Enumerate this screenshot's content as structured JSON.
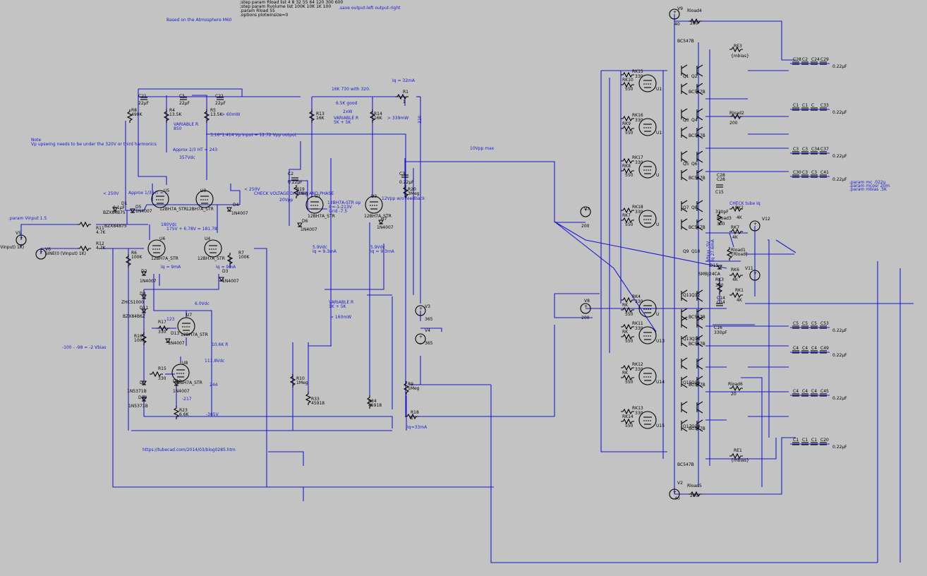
{
  "colors": {
    "background": "#c3c3c3",
    "wire": "#1a1acc",
    "component": "#000000"
  },
  "directives": [
    ";step param Rload list  4  8  32  55  64  120  300  600",
    ";step param Rvolume list 100K 10K 1K 100",
    ".param Rload 55",
    ".options plotwinsize=0"
  ],
  "notes": {
    "save": ".save output-left output-right",
    "based_on": "Based on the Atmosphere M60",
    "note_title": "Note",
    "note_body": "Vp upswing needs to be under the 320V or third harmonics",
    "param_vinput": ".param Vinput 1.5",
    "params_right": [
      ".param mc .022u",
      ".param mcosr 20m",
      ".param mbias .5K"
    ],
    "hint_16k": "16K 730 with 320.",
    "hint_65k": "6.5K good",
    "hint_2xw": "2xW",
    "variable_r_5k": "VARIABLE R\n5K + 5K",
    "iq_32": "Iq = 32mA",
    "one_third": "Approx 1/3 HT = ...",
    "two_thirds": "Approx 2/3 HT = 243",
    "vdc_357": "357Vdc",
    "vdc_180": "180Vdc",
    "sum_line": "175V + 6.78V = 181.78",
    "lt250": "< 250V",
    "check_div": "< 250V\nCHECK VOLTAGE DIVIDER AND PHASE",
    "vp20": "20Vpp",
    "vp12": "12Vpp w/o feedback",
    "vp10": "10Vpp max",
    "vpp_calc": "3.16*1.414 Vp input = 12.72 Vpp output",
    "mw60": "> 60mW",
    "mw339": "> 339mW",
    "mw160": "> 160mW",
    "vdc_6": "6.0Vdc",
    "vdc_111": "111.8Vdc",
    "r_10_6k": "10.6K R",
    "n244": "244",
    "n217": "-217",
    "n365": "-365V",
    "vbias": "-100 - -98 = -2 Vbias",
    "url": "https://tubecad.com/2014/03/blog0285.htm",
    "check_tube": "CHECK tube Iq",
    "vbias_cap": "Vbias -5V\nIq 27.6mA",
    "gnd_note": "123",
    "variable_r_1k": "VARIABLE R\n1K + 5K"
  },
  "components": {
    "R8": [
      "R8",
      "499K"
    ],
    "R4": [
      "R4",
      "13.5K"
    ],
    "R5": [
      "R5",
      "13.5K"
    ],
    "R13": [
      "R13",
      "16K"
    ],
    "R14": [
      "R14",
      "16K"
    ],
    "C21": [
      "C21",
      "22µF"
    ],
    "C5": [
      "C5",
      "22µF"
    ],
    "C22": [
      "C22",
      "22µF"
    ],
    "C2": [
      "C2",
      "0.22µF"
    ],
    "C3": [
      "C3",
      "0.22µF"
    ],
    "R19": [
      "R19",
      "3Meg"
    ],
    "R20": [
      "R20",
      "3Meg"
    ],
    "R1": [
      "R1",
      "1"
    ],
    "R11": [
      "R11",
      "4.7K"
    ],
    "R12": [
      "R12",
      "4.7K"
    ],
    "R6": [
      "R6",
      "100K"
    ],
    "R7": [
      "R7",
      "100K"
    ],
    "R16": [
      "R16",
      "100K"
    ],
    "R17": [
      "R17",
      "330"
    ],
    "R15": [
      "R15",
      "330"
    ],
    "R23": [
      "R23",
      "6.6K"
    ],
    "R10": [
      "R10",
      "1Meg"
    ],
    "R9": [
      "R9",
      "1Meg"
    ],
    "R33": [
      "R33",
      "45918"
    ],
    "R34": [
      "R34",
      "45918"
    ],
    "R18": [
      "R18",
      "1"
    ],
    "U5": [
      "U5",
      "12BH7A_STR"
    ],
    "U3": [
      "U3",
      "12BH7A_STR"
    ],
    "U6": [
      "U6",
      "12BH7A_STR"
    ],
    "U4": [
      "U4",
      "12BH7A_STR"
    ],
    "U7": [
      "U7",
      "12BH7A_STR"
    ],
    "U8": [
      "U8",
      "12BH7A_STR"
    ],
    "U1": [
      "U1",
      "12BH7A_STR"
    ],
    "U2": [
      "U2",
      "12BH7A_STR"
    ],
    "D1": [
      "D1",
      "0.1µF"
    ],
    "D5": [
      "D5",
      "1N4007"
    ],
    "D4": [
      "D4",
      "1N4007"
    ],
    "D6": [
      "D6",
      "1N4007"
    ],
    "D7": [
      "D7",
      "1N4007"
    ],
    "D2": [
      "D2",
      "1N4007"
    ],
    "D3": [
      "D3",
      "1N4007"
    ],
    "D8": [
      "D8",
      "ZHCS1000"
    ],
    "D11": [
      "D11",
      "BZX84B6Z"
    ],
    "D13": [
      "D13",
      "1N4007"
    ],
    "D12": [
      "D12",
      "1N4007"
    ],
    "D9": [
      "D9",
      "1N5371B"
    ],
    "D10": [
      "D10",
      "1N5371B"
    ],
    "V5": [
      "V5",
      "(Vinput) 1K)"
    ],
    "V6": [
      "V6",
      "SINE(0 (Vinput) 1K)"
    ],
    "V3": [
      "V3",
      "365"
    ],
    "V4": [
      "V4",
      "365"
    ],
    "V7": [
      "V7",
      "200"
    ],
    "V8": [
      "V8",
      "200"
    ],
    "V9": [
      "V9",
      "40"
    ],
    "V2": [
      "V2",
      "40"
    ],
    "V12": [
      "V12",
      ""
    ],
    "V11": [
      "V11",
      ""
    ],
    "Rload4": [
      "Rload4",
      "200"
    ],
    "Rload2": [
      "Rload2",
      "200"
    ],
    "Rload5": [
      "Rload5",
      "200"
    ],
    "Rload6": [
      "Rload6",
      "20"
    ],
    "Rload3": [
      "Rload3",
      "300"
    ],
    "Rload1": [
      "Rload1",
      "{Rload}"
    ],
    "RE3": [
      "RE3",
      "{mbias}"
    ],
    "RE1": [
      "RE1",
      "{mbias}"
    ],
    "RK2": [
      "RK2",
      "4K"
    ],
    "RK7": [
      "RK7",
      "4K"
    ],
    "RK6": [
      "RK6",
      "4K"
    ],
    "RK1": [
      "RK1",
      "4K"
    ],
    "RK3": [
      "RK3",
      "300"
    ],
    "D15": [
      "D15",
      "SMBJ24CA"
    ],
    "C28": [
      "C28",
      "C28"
    ],
    "C14": [
      "C14",
      "C14"
    ],
    "C15": [
      "C15",
      "330pF"
    ],
    "C16": [
      "C16",
      "330pF"
    ]
  },
  "tube_stages": [
    {
      "rk": "RK15",
      "rv": "330",
      "rl": "RK10",
      "rlv": "550",
      "u": "U1"
    },
    {
      "rk": "RK16",
      "rv": "330",
      "rl": "RK9",
      "rlv": "550",
      "u": "U1"
    },
    {
      "rk": "RK17",
      "rv": "330",
      "rl": "RK8",
      "rlv": "550",
      "u": "U"
    },
    {
      "rk": "RK18",
      "rv": "330",
      "rl": "RK7",
      "rlv": "550",
      "u": "U"
    },
    {
      "rk": "RK4",
      "rv": "330",
      "rl": "RK",
      "rlv": "550",
      "u": "U"
    },
    {
      "rk": "RK11",
      "rv": "330",
      "rl": "RK",
      "rlv": "550",
      "u": "U13"
    },
    {
      "rk": "RK12",
      "rv": "330",
      "rl": "RK",
      "rlv": "550",
      "u": "U14"
    },
    {
      "rk": "RK13",
      "rv": "330",
      "rl": "RK14",
      "rlv": "550",
      "u": "U15"
    }
  ],
  "cap_banks": [
    {
      "labels": [
        "C28",
        "C2",
        "C24",
        "C29"
      ],
      "value": "0.22µF"
    },
    {
      "labels": [
        "C1",
        "C1",
        "C",
        "C33"
      ],
      "value": "0.22µF"
    },
    {
      "labels": [
        "C3",
        "C3",
        "C34",
        "C37"
      ],
      "value": "0.22µF"
    },
    {
      "labels": [
        "C30",
        "C3",
        "C3",
        "C41"
      ],
      "value": "0.22µF"
    },
    {
      "labels": [
        "C5",
        "C5",
        "C5",
        "C53"
      ],
      "value": "0.22µF"
    },
    {
      "labels": [
        "C4",
        "C4",
        "C4",
        "C49"
      ],
      "value": "0.22µF"
    },
    {
      "labels": [
        "C4",
        "C4",
        "C4",
        "C45"
      ],
      "value": "0.22µF"
    },
    {
      "labels": [
        "C1",
        "C1",
        "C1",
        "C20"
      ],
      "value": "0.22µF"
    }
  ],
  "transistor_labels": [
    "Q1",
    "Q2",
    "Q3",
    "Q4",
    "Q5",
    "Q6",
    "Q7",
    "Q8",
    "Q9",
    "Q10",
    "Q11",
    "Q12",
    "Q13",
    "Q14",
    "Q15",
    "Q16",
    "Q17",
    "Q18"
  ],
  "part": "BC547B",
  "vp320": "320"
}
